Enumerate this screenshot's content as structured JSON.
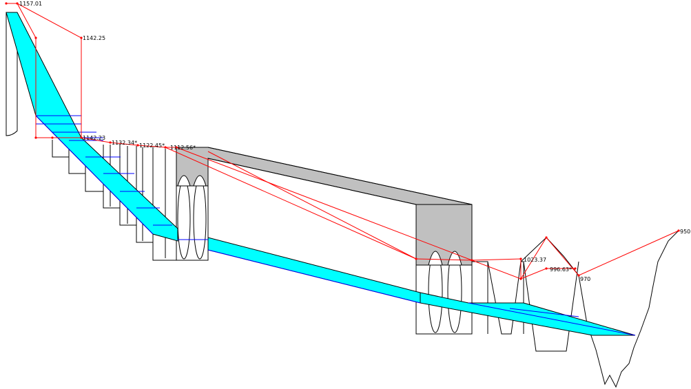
{
  "colors": {
    "background": "#ffffff",
    "water": "#00ffff",
    "channel_line": "#0000ff",
    "structure_fill": "#c0c0c0",
    "outline": "#000000",
    "energy_line": "#ff0000"
  },
  "labels": {
    "l1157": "1157.01",
    "l1142": "1142.25",
    "l1142b": "1142.23",
    "l1132": "1132.34*",
    "l1122": "1122.45*",
    "l1112": "1112.56*",
    "l1023": "1023.37",
    "l996": "996.63*",
    "l970": "970",
    "l950": "950"
  }
}
